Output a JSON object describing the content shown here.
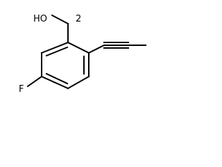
{
  "structure": {
    "hydroxyl_label": "HO",
    "methylene_subscript": "2",
    "fluorine_label": "F",
    "colors": {
      "bond": "#000000",
      "label": "#000000",
      "background": "#ffffff"
    }
  }
}
